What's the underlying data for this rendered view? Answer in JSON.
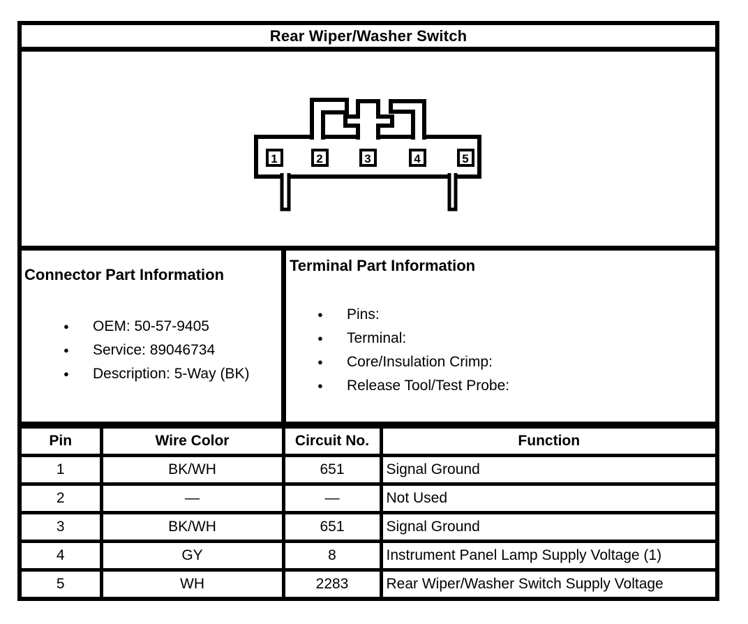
{
  "title": "Rear Wiper/Washer Switch",
  "colors": {
    "line": "#000000",
    "background": "#ffffff",
    "text": "#000000"
  },
  "connector": {
    "pins": [
      "1",
      "2",
      "3",
      "4",
      "5"
    ]
  },
  "connector_part_information": {
    "heading": "Connector Part Information",
    "items": [
      "OEM: 50-57-9405",
      "Service: 89046734",
      "Description: 5-Way (BK)"
    ]
  },
  "terminal_part_information": {
    "heading": "Terminal Part Information",
    "items": [
      "Pins:",
      "Terminal:",
      "Core/Insulation Crimp:",
      "Release Tool/Test Probe:"
    ]
  },
  "pin_table": {
    "headers": [
      "Pin",
      "Wire Color",
      "Circuit No.",
      "Function"
    ],
    "rows": [
      [
        "1",
        "BK/WH",
        "651",
        "Signal Ground"
      ],
      [
        "2",
        "—",
        "—",
        "Not Used"
      ],
      [
        "3",
        "BK/WH",
        "651",
        "Signal Ground"
      ],
      [
        "4",
        "GY",
        "8",
        "Instrument Panel Lamp Supply Voltage (1)"
      ],
      [
        "5",
        "WH",
        "2283",
        "Rear Wiper/Washer Switch Supply Voltage"
      ]
    ]
  }
}
